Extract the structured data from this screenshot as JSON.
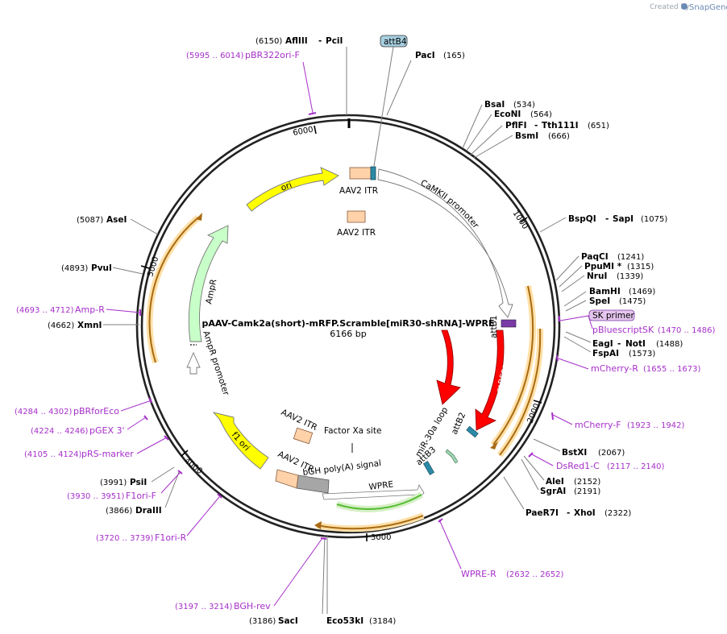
{
  "watermark": {
    "prefix": "Created by",
    "brand": "SnapGene"
  },
  "plasmid": {
    "name": "pAAV-Camk2a(short)-mRFP.Scramble[miR30-shRNA]-WPRE",
    "length_label": "6166 bp"
  },
  "ticks": [
    "1000",
    "2000",
    "3000",
    "4000",
    "5000",
    "6000"
  ],
  "enzymes": [
    {
      "name": "AflIII",
      "name2": "PciI",
      "pos": "(6150)"
    },
    {
      "name": "PacI",
      "name2": "",
      "pos": "(165)"
    },
    {
      "name": "BsaI",
      "name2": "",
      "pos": "(534)"
    },
    {
      "name": "EcoNI",
      "name2": "",
      "pos": "(564)"
    },
    {
      "name": "PflFI",
      "name2": "Tth111I",
      "pos": "(651)"
    },
    {
      "name": "BsmI",
      "name2": "",
      "pos": "(666)"
    },
    {
      "name": "BspQI",
      "name2": "SapI",
      "pos": "(1075)"
    },
    {
      "name": "PaqCI",
      "name2": "",
      "pos": "(1241)"
    },
    {
      "name": "PpuMI *",
      "name2": "",
      "pos": "(1315)"
    },
    {
      "name": "NruI",
      "name2": "",
      "pos": "(1339)"
    },
    {
      "name": "BamHI",
      "name2": "",
      "pos": "(1469)"
    },
    {
      "name": "SpeI",
      "name2": "",
      "pos": "(1475)"
    },
    {
      "name": "EagI",
      "name2": "NotI",
      "pos": "(1488)"
    },
    {
      "name": "FspAI",
      "name2": "",
      "pos": "(1573)"
    },
    {
      "name": "BstXI",
      "name2": "",
      "pos": "(2067)"
    },
    {
      "name": "AleI",
      "name2": "",
      "pos": "(2152)"
    },
    {
      "name": "SgrAI",
      "name2": "",
      "pos": "(2191)"
    },
    {
      "name": "PaeR7I",
      "name2": "XhoI",
      "pos": "(2322)"
    },
    {
      "name": "SacI",
      "name2": "",
      "pos": "(3186)"
    },
    {
      "name": "Eco53kI",
      "name2": "",
      "pos": "(3184)"
    },
    {
      "name": "DraIII",
      "name2": "",
      "pos": "(3866)"
    },
    {
      "name": "PsiI",
      "name2": "",
      "pos": "(3991)"
    },
    {
      "name": "XmnI",
      "name2": "",
      "pos": "(4662)"
    },
    {
      "name": "PvuI",
      "name2": "",
      "pos": "(4893)"
    },
    {
      "name": "AseI",
      "name2": "",
      "pos": "(5087)"
    }
  ],
  "primers": [
    {
      "name": "pBR322ori-F",
      "pos": "(5995 .. 6014)"
    },
    {
      "name": "pBluescriptSK",
      "pos": "(1470 .. 1486)"
    },
    {
      "name": "mCherry-R",
      "pos": "(1655 .. 1673)"
    },
    {
      "name": "mCherry-F",
      "pos": "(1923 .. 1942)"
    },
    {
      "name": "DsRed1-C",
      "pos": "(2117 .. 2140)"
    },
    {
      "name": "WPRE-R",
      "pos": "(2632 .. 2652)"
    },
    {
      "name": "BGH-rev",
      "pos": "(3197 .. 3214)"
    },
    {
      "name": "F1ori-R",
      "pos": "(3720 .. 3739)"
    },
    {
      "name": "F1ori-F",
      "pos": "(3930 .. 3951)"
    },
    {
      "name": "pRS-marker",
      "pos": "(4105 .. 4124)"
    },
    {
      "name": "pGEX 3'",
      "pos": "(4224 .. 4246)"
    },
    {
      "name": "pBRforEco",
      "pos": "(4284 .. 4302)"
    },
    {
      "name": "Amp-R",
      "pos": "(4693 .. 4712)"
    }
  ],
  "boxed_labels": {
    "attb4": "attB4",
    "sk_primer": "SK primer"
  },
  "features": {
    "aav2_itr_top": "AAV2 ITR",
    "aav2_itr_inner": "AAV2 ITR",
    "camkii": "CaMKII promoter",
    "attb1": "attB1",
    "mrfp1_outer": "mRFP1",
    "mrfp1_inner": "mRFP1",
    "attb2": "attB2",
    "mir30": "miR-30a loop",
    "attb3": "attB3",
    "wpre": "WPRE",
    "bgh": "bGH poly(A) signal",
    "aav2_itr_b1": "AAV2 ITR",
    "aav2_itr_b2": "AAV2 ITR",
    "factor_xa": "Factor Xa site",
    "f1_ori": "f1 ori",
    "ampr": "AmpR",
    "ampr_promoter": "AmpR promoter",
    "ori": "ori"
  },
  "colors": {
    "backbone": "#222222",
    "enzyme_line": "#7f7f7f",
    "primer": "#a62fc9",
    "ori": "#ffff00",
    "ampr": "#c8ffc8",
    "promoter": "#ffffff",
    "itr": "#ffd2aa",
    "mrfp1": "#ff0000",
    "orange": "#ffb84a",
    "wpre_green": "#55bb33",
    "bgh": "#a6a6a6",
    "att": "#2a8aa6",
    "boxed_att": "#a7cfe0",
    "boxed_primer": "#e5c6ee"
  }
}
